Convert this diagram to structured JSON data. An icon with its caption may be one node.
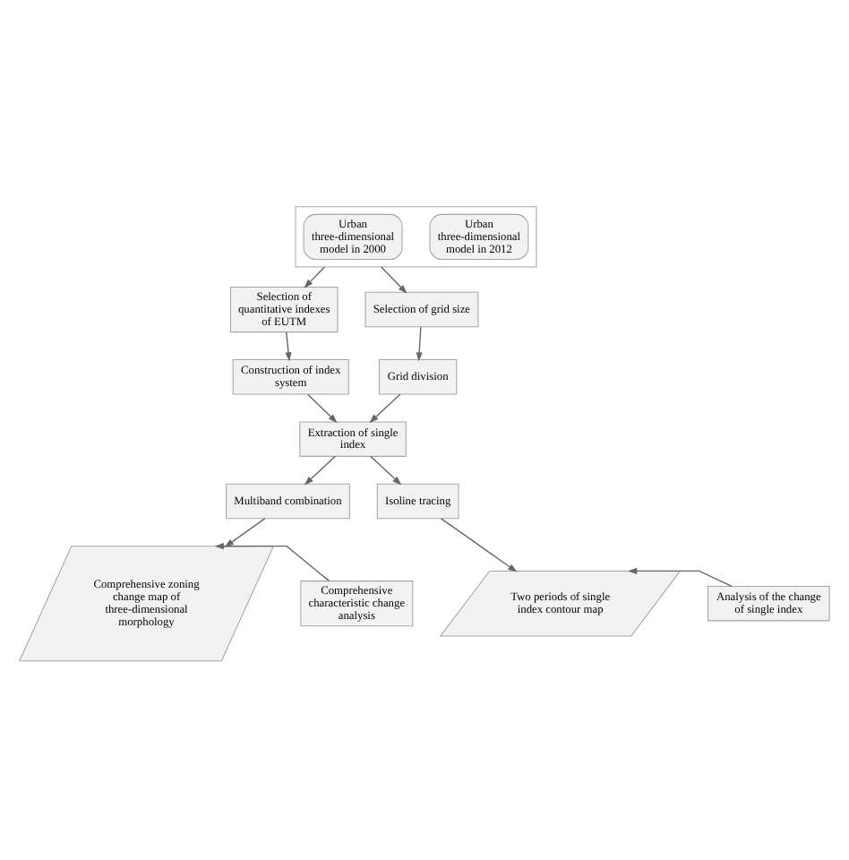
{
  "diagram": {
    "nodes": [
      {
        "text": [],
        "shape": "box"
      },
      {
        "text": [
          "Urban three-dimensional model in 2000"
        ],
        "in": 0
      },
      {
        "text": [
          "Urban three-dimensional model in 2012"
        ],
        "in": 0
      },
      {
        "text": [
          "Selection of quantitative indexes of EUTM"
        ]
      },
      {
        "text": [
          "Selection of grid size"
        ]
      },
      {
        "text": [
          "Construction of index system"
        ]
      },
      {
        "text": [
          "Grid division"
        ]
      },
      {
        "text": [
          "Extraction of single index"
        ]
      },
      {
        "text": [
          "Multiband combination"
        ]
      },
      {
        "text": [
          "Isoline tracing"
        ]
      },
      {
        "text": [
          "Two periods of single index contour map"
        ]
      },
      {
        "text": [
          "Analysis of the change of single index"
        ]
      },
      {
        "text": [
          "Comprehensive zoning change map of three-dimensional morphology"
        ]
      },
      {
        "text": [
          "Comprehensive characteristic change analysis"
        ]
      }
    ],
    "edges": [
      {
        "from": 0,
        "to": 3,
        "arrow": "to"
      },
      {
        "from": 0,
        "to": 4,
        "arrow": "to"
      },
      {
        "from": 3,
        "to": 5,
        "arrow": "to"
      },
      {
        "from": 4,
        "to": 6,
        "arrow": "to"
      },
      {
        "from": 5,
        "to": 7,
        "arrow": "to"
      },
      {
        "from": 6,
        "to": 7,
        "arrow": "to"
      },
      {
        "from": 7,
        "to": 8,
        "arrow": "to"
      },
      {
        "from": 7,
        "to": 9,
        "arrow": "to"
      },
      {
        "from": 9,
        "to": 10,
        "arrow": "to"
      },
      {
        "from": 11,
        "to": 10,
        "arrow": "to"
      },
      {
        "from": 8,
        "to": 12,
        "arrow": "to"
      },
      {
        "from": 13,
        "to": 12,
        "arrow": "to"
      }
    ]
  }
}
